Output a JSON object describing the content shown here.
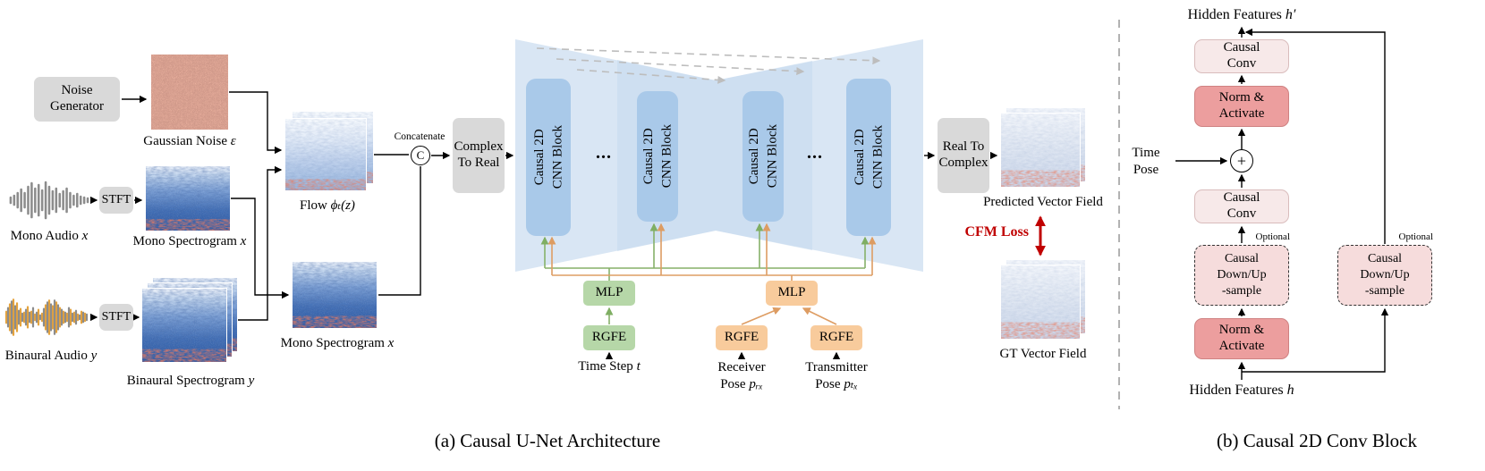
{
  "panel_a": {
    "caption": "(a) Causal U-Net Architecture",
    "noise_generator": "Noise\nGenerator",
    "gaussian_noise_label": {
      "text": "Gaussian Noise ",
      "math": "ε"
    },
    "mono_audio_label": {
      "text": "Mono Audio ",
      "math": "x"
    },
    "stft_top": "STFT",
    "mono_spectrogram_label": {
      "text": "Mono Spectrogram ",
      "math": "x"
    },
    "binaural_audio_label": {
      "text": "Binaural Audio ",
      "math": "y"
    },
    "stft_bottom": "STFT",
    "binaural_spectrogram_label": {
      "text": "Binaural Spectrogram ",
      "math": "y"
    },
    "flow_label": {
      "text": "Flow ",
      "math": "ϕₜ(z)"
    },
    "mono_spectrogram2_label": {
      "text": "Mono Spectrogram ",
      "math": "x"
    },
    "concatenate_label": "Concatenate",
    "concatenate_symbol": "C",
    "complex_to_real": "Complex\nTo Real",
    "real_to_complex": "Real To\nComplex",
    "cnn_blocks": [
      "Causal 2D\nCNN Block",
      "Causal 2D\nCNN Block",
      "Causal 2D\nCNN Block",
      "Causal 2D\nCNN Block"
    ],
    "ellipsis": "...",
    "time_branch": {
      "mlp": "MLP",
      "rgfe": "RGFE",
      "label": {
        "text": "Time Step ",
        "math": "t"
      }
    },
    "pose_branch": {
      "mlp": "MLP",
      "rgfe_receiver": "RGFE",
      "rgfe_transmitter": "RGFE",
      "receiver_line1": "Receiver",
      "receiver_line2": {
        "text": "Pose ",
        "math": "pᵣₓ"
      },
      "transmitter_line1": "Transmitter",
      "transmitter_line2": {
        "text": "Pose ",
        "math": "pₜₓ"
      }
    },
    "predicted_label": "Predicted Vector Field",
    "cfm_loss": "CFM Loss",
    "gt_label": "GT Vector Field"
  },
  "panel_b": {
    "caption": "(b) Causal 2D Conv Block",
    "hidden_out": {
      "text": "Hidden Features ",
      "math": "h′"
    },
    "hidden_in": {
      "text": "Hidden Features ",
      "math": "h"
    },
    "causal_conv_top": "Causal\nConv",
    "causal_conv_mid": "Causal\nConv",
    "norm_activate_top": "Norm &\nActivate",
    "norm_activate_bottom": "Norm &\nActivate",
    "downsample_main": "Causal\nDown/Up\n-sample",
    "downsample_skip": "Causal\nDown/Up\n-sample",
    "optional_main": "Optional",
    "optional_skip": "Optional",
    "time_pose": "Time\nPose",
    "plus_symbol": "+"
  },
  "colors": {
    "cfm_red": "#c00000",
    "block_blue": "#a9c9e9",
    "unet_blue": "#d9e6f4",
    "cond_green": "#b6d7a8",
    "cond_orange": "#f8cb9c",
    "norm_pink": "#ec9e9e",
    "conv_pink": "#f7e9e9",
    "box_gray": "#d9d9d9"
  }
}
